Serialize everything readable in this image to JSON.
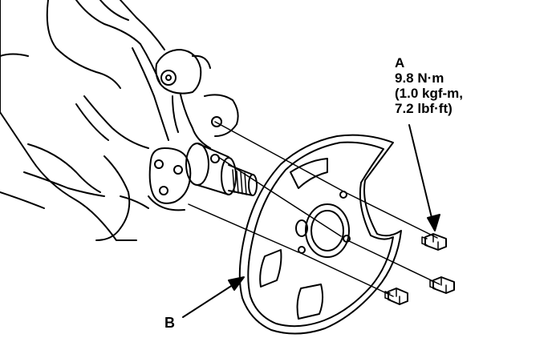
{
  "callouts": {
    "a": {
      "letter": "A",
      "torque_nm": "9.8 N·m",
      "torque_kgfm": "(1.0 kgf-m,",
      "torque_lbfft": "7.2 lbf·ft)"
    },
    "b": {
      "letter": "B"
    }
  },
  "parts": {
    "knuckle": "steering-knuckle",
    "hub": "wheel-hub-shaft",
    "splash_shield": "brake-splash-shield",
    "bolts": [
      "bolt-top",
      "bolt-middle",
      "bolt-bottom"
    ]
  },
  "colors": {
    "ink": "#000000",
    "paper": "#ffffff"
  }
}
